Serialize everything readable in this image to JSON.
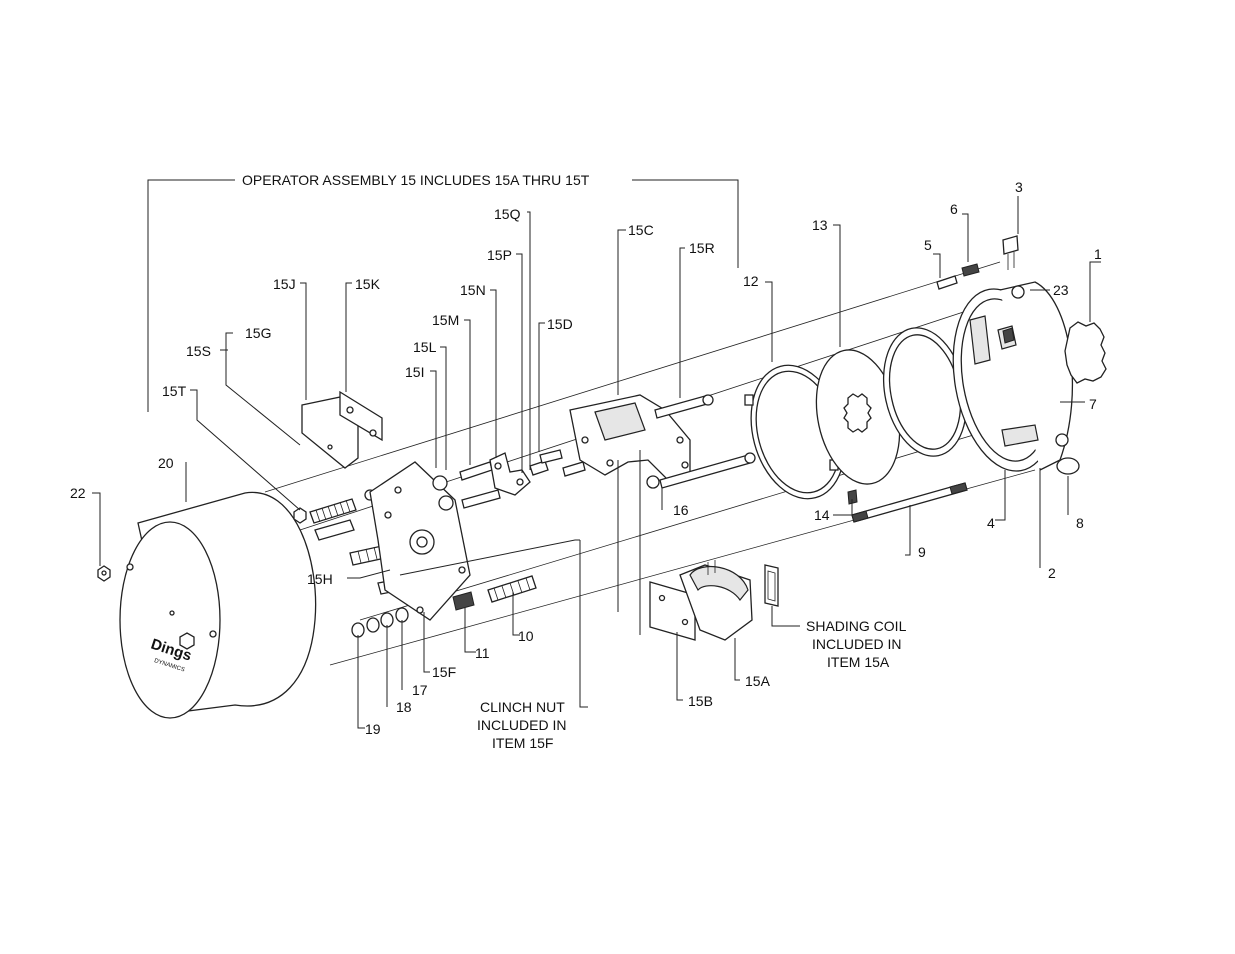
{
  "header_note": "OPERATOR ASSEMBLY 15 INCLUDES 15A THRU 15T",
  "callouts": {
    "c1": "1",
    "c2": "2",
    "c3": "3",
    "c4": "4",
    "c5": "5",
    "c6": "6",
    "c7": "7",
    "c8": "8",
    "c9": "9",
    "c10": "10",
    "c11": "11",
    "c12": "12",
    "c13": "13",
    "c14": "14",
    "c16": "16",
    "c17": "17",
    "c18": "18",
    "c19": "19",
    "c20": "20",
    "c22": "22",
    "c23": "23",
    "c15a": "15A",
    "c15b": "15B",
    "c15c": "15C",
    "c15d": "15D",
    "c15f": "15F",
    "c15g": "15G",
    "c15h": "15H",
    "c15i": "15I",
    "c15j": "15J",
    "c15k": "15K",
    "c15l": "15L",
    "c15m": "15M",
    "c15n": "15N",
    "c15p": "15P",
    "c15q": "15Q",
    "c15r": "15R",
    "c15s": "15S",
    "c15t": "15T"
  },
  "notes": {
    "shading_coil": [
      "SHADING COIL",
      "INCLUDED IN",
      "ITEM 15A"
    ],
    "clinch_nut": [
      "CLINCH NUT",
      "INCLUDED IN",
      "ITEM 15F"
    ]
  },
  "logo": {
    "brand": "Dings",
    "sub": "DYNAMICS"
  }
}
